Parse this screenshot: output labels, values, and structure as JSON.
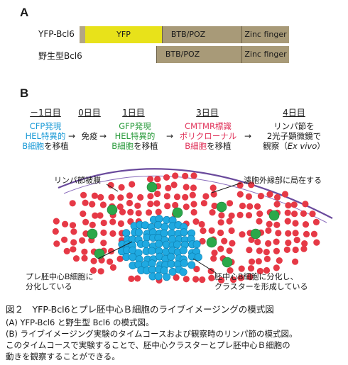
{
  "panel_a": {
    "label": "A",
    "rows": [
      {
        "name": "YFP-Bcl6",
        "segments": [
          "YFP",
          "BTB/POZ",
          "Zinc finger"
        ]
      },
      {
        "name": "野生型Bcl6",
        "segments": [
          "BTB/POZ",
          "Zinc finger"
        ]
      }
    ],
    "colors": {
      "tan": "#a89a78",
      "tan_light": "#b3a684",
      "yfp": "#e8e21a",
      "box_edge": "#6b5f45"
    }
  },
  "panel_b": {
    "label": "B",
    "timeline": [
      {
        "day": "－1日目",
        "lines": [
          "CFP発現",
          "HEL特異的",
          "B細胞を移植"
        ],
        "colors": [
          "#1a9ad6",
          "#1a9ad6",
          "#1a9ad6",
          "#1a1a1a"
        ]
      },
      {
        "day": "0日目",
        "lines": [
          "免疫"
        ]
      },
      {
        "day": "1日目",
        "lines": [
          "GFP発現",
          "HEL特異的",
          "B細胞を移植"
        ],
        "colors": [
          "#2a9b3c",
          "#2a9b3c",
          "#2a9b3c",
          "#1a1a1a"
        ]
      },
      {
        "day": "3日目",
        "lines": [
          "CMTMR標識",
          "ポリクローナル",
          "B細胞を移植"
        ],
        "colors": [
          "#e0335a",
          "#e0335a",
          "#e0335a",
          "#1a1a1a"
        ]
      },
      {
        "day": "4日目",
        "lines": [
          "リンパ節を",
          "2光子顕微鏡で",
          "観察（Ex vivo）"
        ]
      }
    ],
    "arrow_symbol": "→",
    "annotations": {
      "capsule": "リンパ節被膜",
      "follicle_edge": "濾胞外縁部に局在する",
      "pre_gc": [
        "プレ胚中心B細胞に",
        "分化している"
      ],
      "gc": [
        "胚中心B細胞に分化し、",
        "クラスターを形成している"
      ]
    },
    "cell_colors": {
      "red": "#e63946",
      "green": "#2ba84a",
      "blue": "#1fa9e1",
      "capsule": "#6a4a9c"
    }
  },
  "caption": {
    "title": "図２　YFP-Bcl6とプレ胚中心Ｂ細胞のライブイメージングの模式図",
    "lines": [
      "(A) YFP-Bcl6 と野生型 Bcl6 の模式図。",
      "(B) ライブイメージング実験のタイムコースおよび観察時のリンパ節の模式図。",
      "このタイムコースで実験することで、胚中心クラスターとプレ胚中心Ｂ細胞の",
      "動きを観察することができる。"
    ]
  }
}
